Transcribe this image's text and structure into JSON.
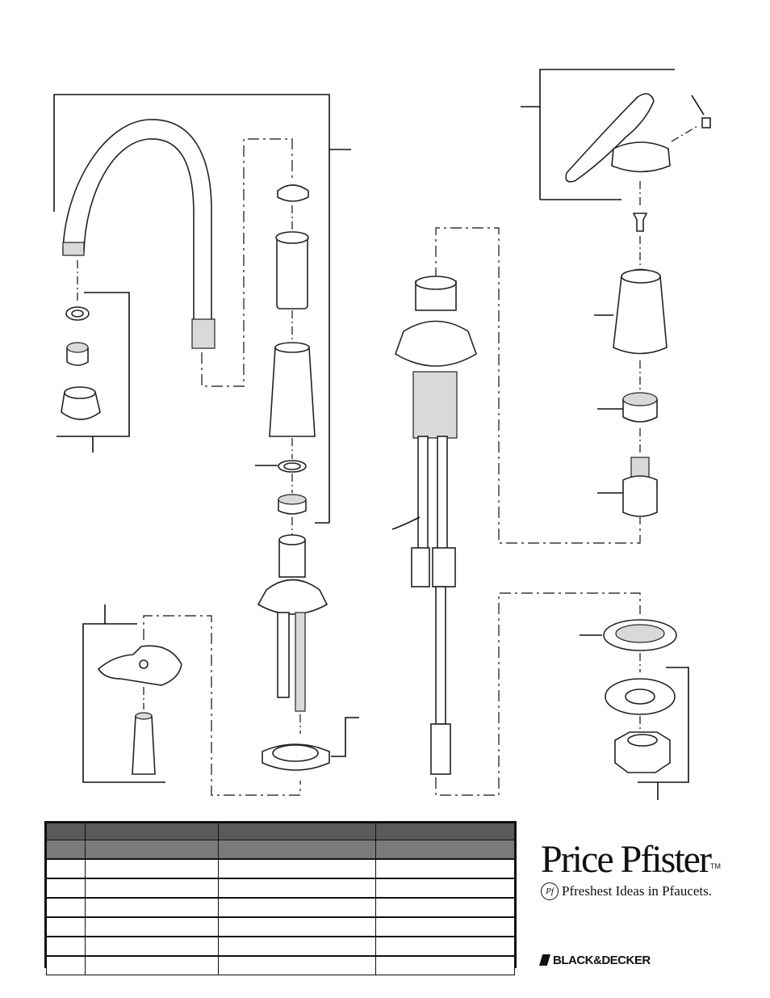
{
  "brand": {
    "name": "Price Pfister",
    "trademark": "TM",
    "monogram": "Pf",
    "tagline": "Pfreshest Ideas in Pfaucets.",
    "parent_company": "BLACK&DECKER"
  },
  "parts_table": {
    "columns": 4,
    "header_rows": 2,
    "body_rows": 6
  },
  "colors": {
    "line": "#111111",
    "table_header": "#5a5a5a",
    "table_subheader": "#7a7a7a"
  }
}
